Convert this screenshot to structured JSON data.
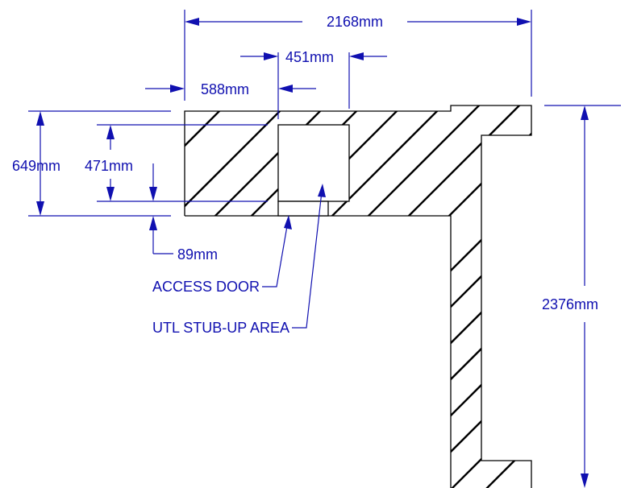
{
  "colors": {
    "dimension": "#1010b0",
    "outline": "#000000",
    "background": "#ffffff"
  },
  "dimensions": {
    "overall_width": "2168mm",
    "stub_width": "451mm",
    "offset_to_stub": "588mm",
    "depth_total": "649mm",
    "stub_depth": "471mm",
    "door_depth": "89mm",
    "overall_height": "2376mm"
  },
  "callouts": {
    "access_door": "ACCESS DOOR",
    "stub_up_area": "UTL STUB-UP AREA"
  }
}
